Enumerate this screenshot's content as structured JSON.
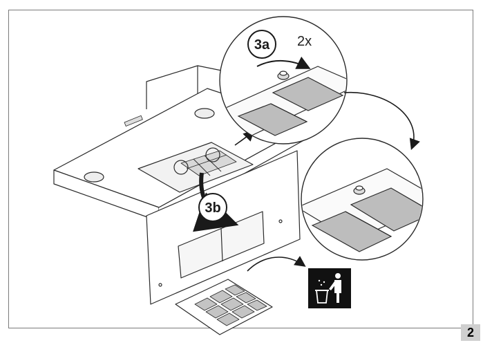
{
  "steps": {
    "step_a": "3a",
    "step_a_count": "2x",
    "step_b": "3b"
  },
  "page": {
    "number": "2"
  },
  "icons": {
    "trash": "trash-dispose-icon"
  },
  "colors": {
    "line": "#2a2a2a",
    "filter_fill": "#bdbdbd",
    "badge_bg": "#cfcfcf",
    "icon_bg": "#111111"
  }
}
